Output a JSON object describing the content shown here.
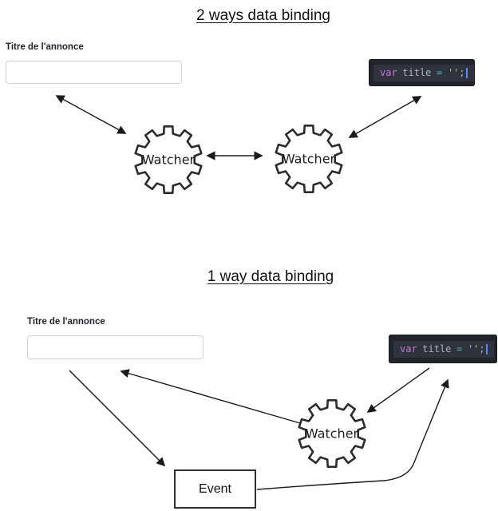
{
  "sections": {
    "two_way": {
      "title": "2 ways data binding",
      "form": {
        "label": "Titre de l'annonce",
        "value": "",
        "placeholder": ""
      },
      "code": {
        "keyword": "var",
        "variable": "title",
        "operator": "=",
        "string": "''",
        "punctuation": ";"
      },
      "watcher_left": "Watcher",
      "watcher_right": "Watcher"
    },
    "one_way": {
      "title": "1 way data binding",
      "form": {
        "label": "Titre de l'annonce",
        "value": "",
        "placeholder": ""
      },
      "code": {
        "keyword": "var",
        "variable": "title",
        "operator": "=",
        "string": "''",
        "punctuation": ";"
      },
      "watcher": "Watcher",
      "event_label": "Event"
    }
  },
  "colors": {
    "code_background": "#21252b",
    "code_active_line": "#2e333d",
    "code_keyword": "#c678dd",
    "code_plain": "#abb2bf",
    "code_operator": "#56b6c2",
    "code_string": "#98c379",
    "code_cursor": "#528bff",
    "diagram_stroke": "#1a1a1a",
    "input_border": "#ced4da"
  }
}
